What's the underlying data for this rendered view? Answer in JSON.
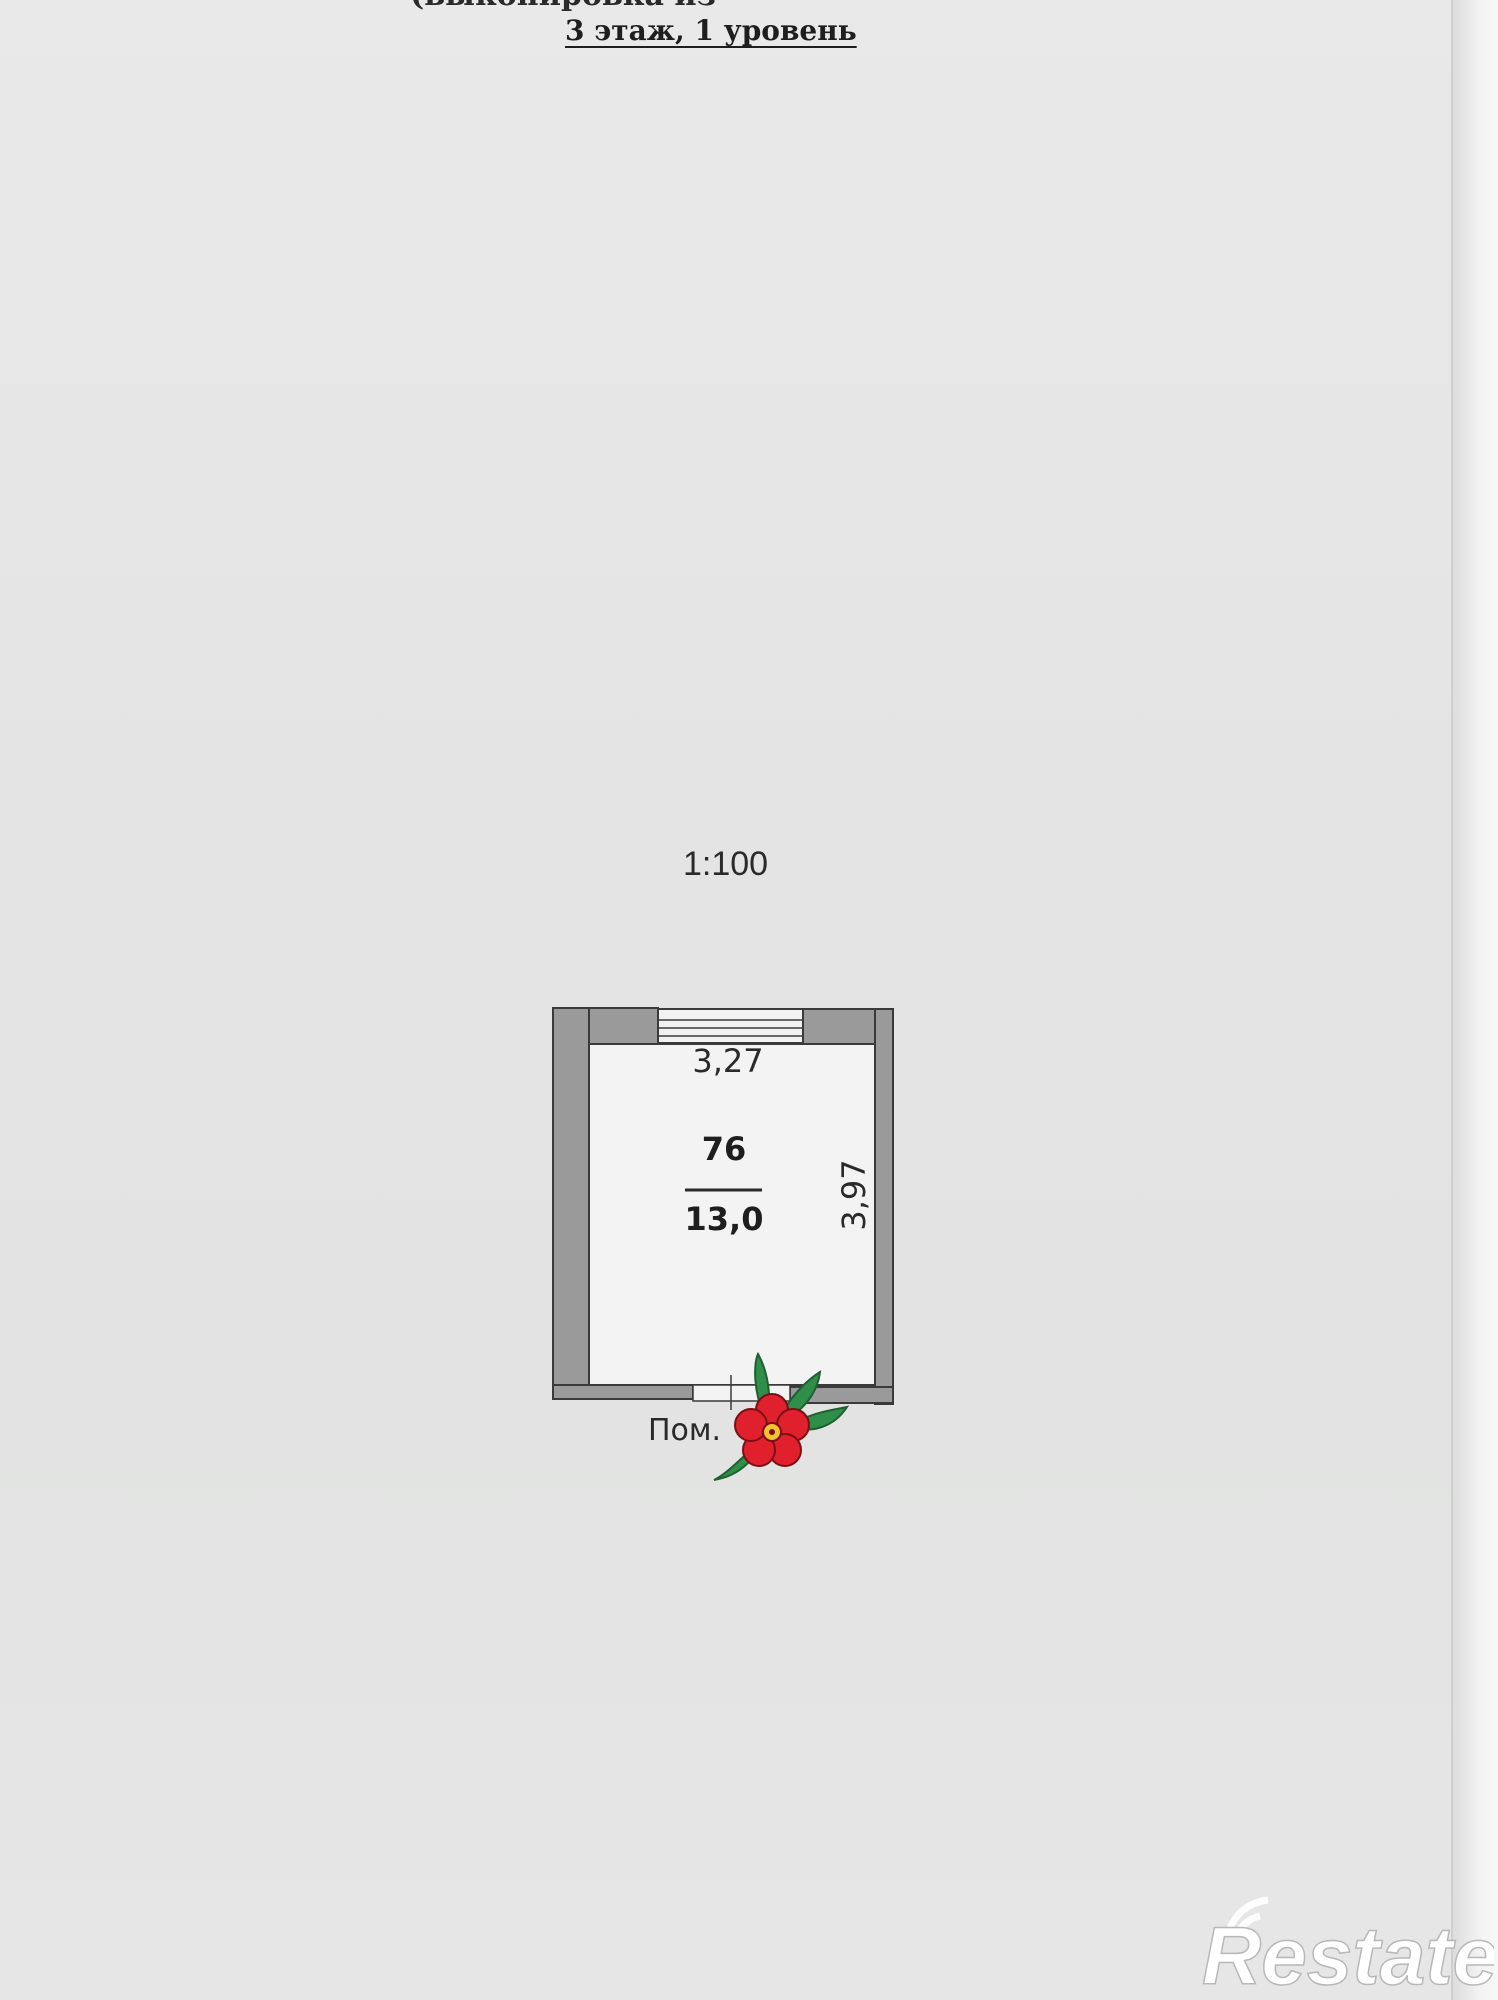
{
  "header": {
    "cut_line": "(выкопировка из",
    "floor_level": "3 этаж, 1 уровень"
  },
  "plan": {
    "scale": "1:100",
    "room_number": "76",
    "room_area": "13,0",
    "width_dim": "3,27",
    "length_dim": "3,97",
    "room_caption": "Пом."
  },
  "watermark": {
    "brand": "Restate"
  },
  "colors": {
    "wall_fill": "#9a9a9a",
    "line": "#3a3a3a",
    "flower_petal": "#e0202c",
    "flower_leaf": "#2f8f4a"
  },
  "icons": {
    "flower": "flower-sticker-icon",
    "watermark": "restate-logo-icon"
  }
}
